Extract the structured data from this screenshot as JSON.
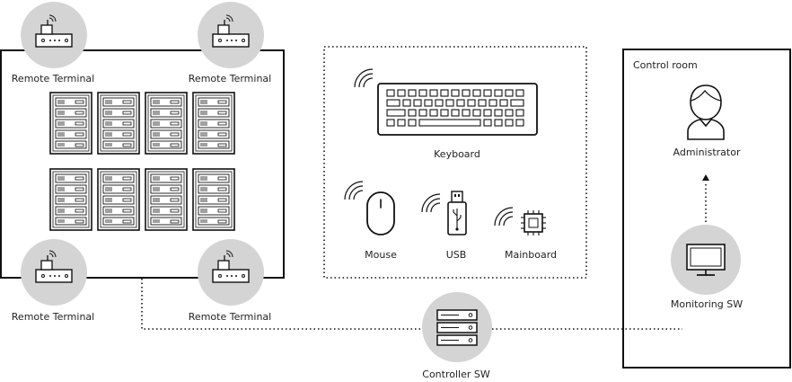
{
  "server_room": {
    "terminals": [
      {
        "label": "Remote Terminal"
      },
      {
        "label": "Remote Terminal"
      },
      {
        "label": "Remote Terminal"
      },
      {
        "label": "Remote Terminal"
      }
    ],
    "racks_top_row": 4,
    "racks_bottom_row": 4
  },
  "devices": {
    "keyboard_label": "Keyboard",
    "mouse_label": "Mouse",
    "usb_label": "USB",
    "mainboard_label": "Mainboard"
  },
  "control_room": {
    "title": "Control room",
    "administrator_label": "Administrator",
    "monitoring_label": "Monitoring SW"
  },
  "controller": {
    "label": "Controller SW"
  },
  "colors": {
    "circle_fill": "#d4d4d4",
    "line": "#111111"
  },
  "icons": [
    "router-icon",
    "server-rack-icon",
    "keyboard-icon",
    "mouse-icon",
    "usb-icon",
    "chip-icon",
    "wireless-icon",
    "user-icon",
    "monitor-icon",
    "server-stack-icon"
  ]
}
